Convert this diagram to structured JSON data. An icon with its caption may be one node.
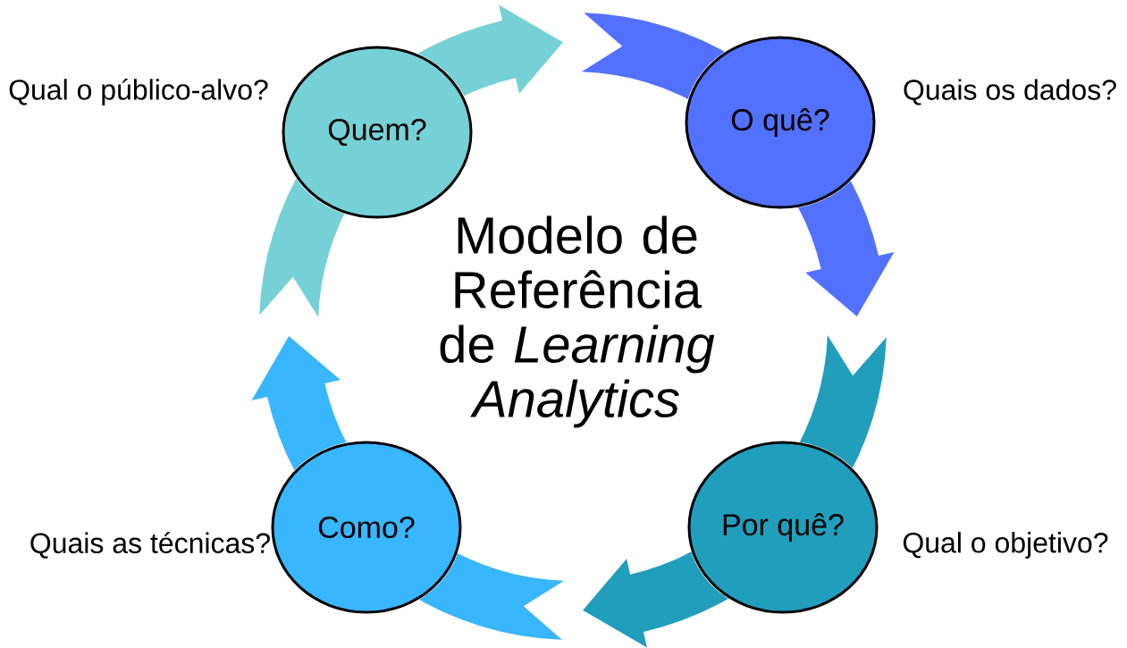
{
  "diagram": {
    "title": "Modelo de Referência de *Learning Analytics*",
    "nodes": [
      {
        "text": [
          "Quem?"
        ],
        "beside": [
          "Qual o público-alvo?"
        ]
      },
      {
        "text": [
          "O quê?"
        ],
        "beside": [
          "Quais os dados?"
        ]
      },
      {
        "text": [
          "Por quê?"
        ],
        "beside": [
          "Qual o objetivo?"
        ]
      },
      {
        "text": [
          "Como?"
        ],
        "beside": [
          "Quais as técnicas?"
        ]
      }
    ],
    "edges": [
      {
        "from": 0,
        "to": 1,
        "arrow": "to",
        "color": "#76d1d6"
      },
      {
        "from": 1,
        "to": 2,
        "arrow": "to",
        "color": "#5271ff"
      },
      {
        "from": 2,
        "to": 3,
        "arrow": "to",
        "color": "#219ebc"
      },
      {
        "from": 3,
        "to": 0,
        "arrow": "to",
        "color": "#38b6ff"
      }
    ]
  }
}
